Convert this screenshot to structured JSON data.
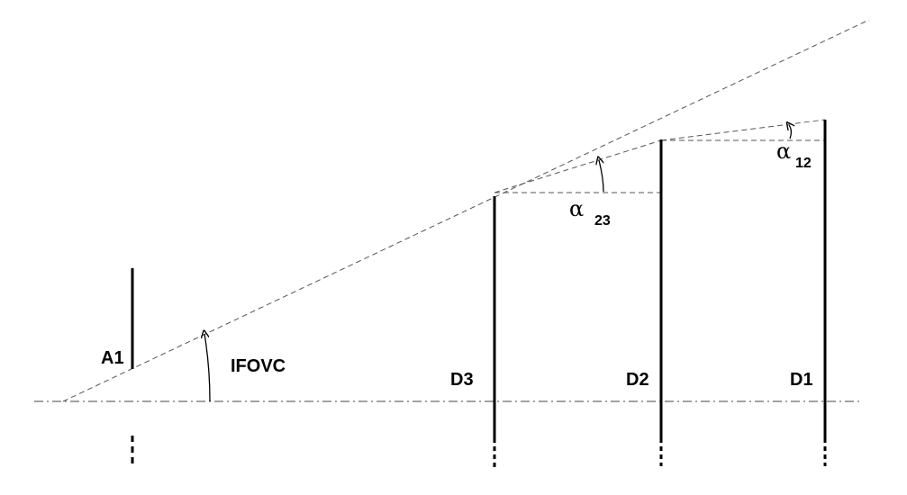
{
  "labels": {
    "aperture": "A1",
    "ifov": "IFOVC",
    "d3": "D3",
    "d2": "D2",
    "d1": "D1"
  },
  "angles": {
    "a23": {
      "symbol": "α",
      "subscript": "23"
    },
    "a12": {
      "symbol": "α",
      "subscript": "12"
    }
  }
}
